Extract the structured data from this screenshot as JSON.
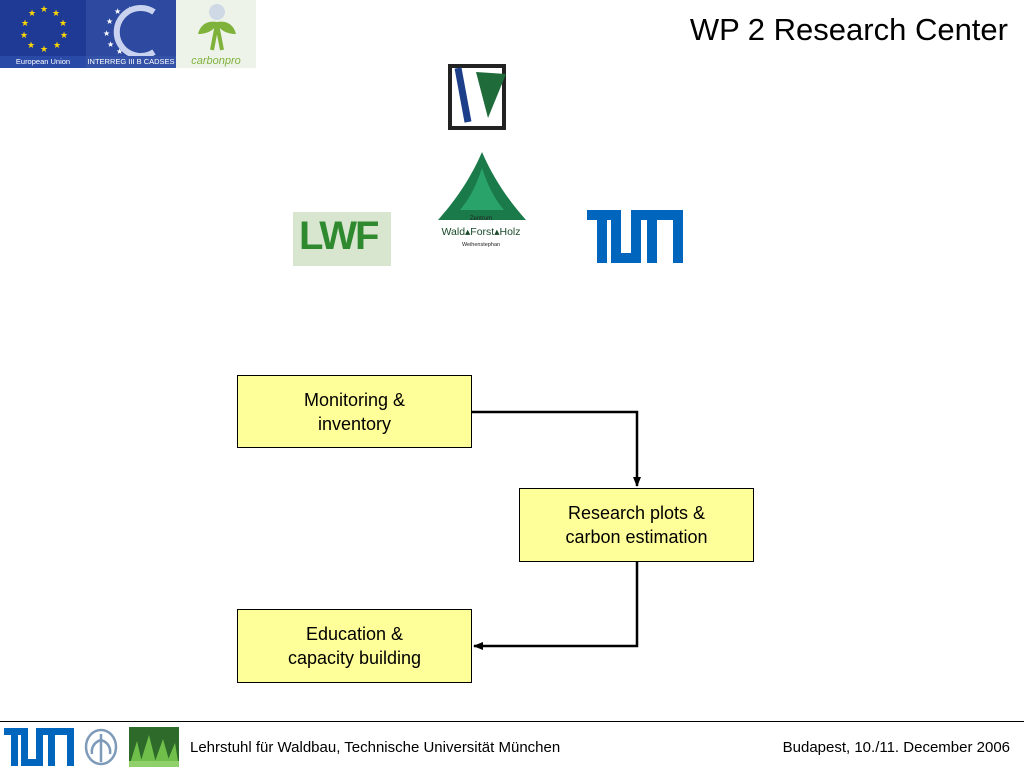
{
  "title": "WP 2 Research Center",
  "top_logos": {
    "eu_caption": "European Union",
    "interreg_caption": "INTERREG III B CADSES",
    "carbonpro_caption": "carbonpro"
  },
  "partner_logos": {
    "lwf": "LWF",
    "zentrum_top": "Zentrum",
    "zentrum_main": "Wald▴Forst▴Holz",
    "zentrum_city": "Weihenstephan"
  },
  "flow": {
    "box1_line1": "Monitoring &",
    "box1_line2": "inventory",
    "box2_line1": "Research plots &",
    "box2_line2": "carbon estimation",
    "box3_line1": "Education &",
    "box3_line2": "capacity building"
  },
  "footer": {
    "left": "Lehrstuhl für Waldbau, Technische Universität München",
    "right": "Budapest, 10./11. December 2006"
  },
  "colors": {
    "box_fill": "#ffff99",
    "tum_blue": "#0065bd",
    "forest_green": "#1a7a4a",
    "lwf_green": "#2f8a2f"
  }
}
